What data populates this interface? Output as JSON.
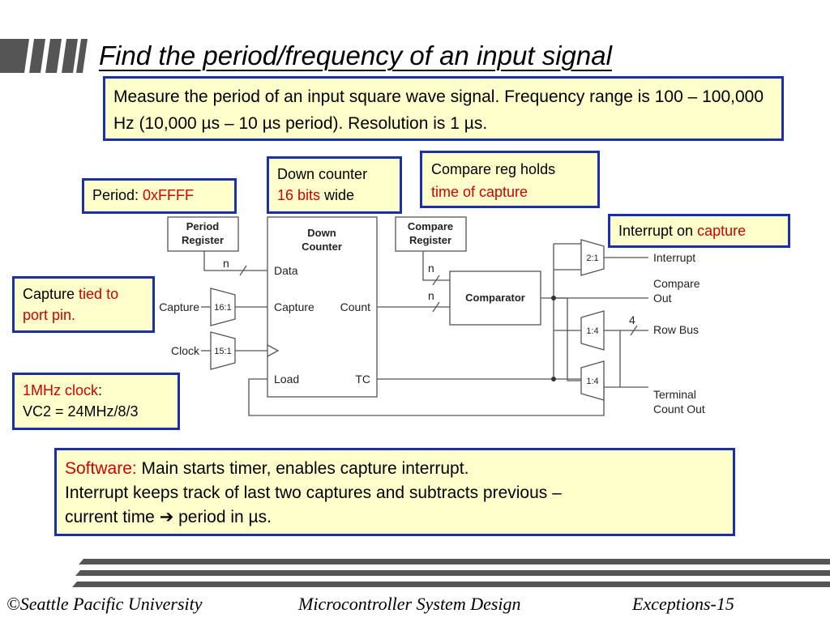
{
  "title": "Find the period/frequency of an input signal",
  "intro": "Measure the period of an input square wave signal. Frequency range is 100 – 100,000 Hz (10,000 µs – 10 µs period). Resolution is 1 µs.",
  "notes": {
    "period": {
      "label": "Period: ",
      "value": "0xFFFF"
    },
    "down_counter": {
      "line1": "Down counter",
      "bits": "16 bits",
      "rest": " wide"
    },
    "compare": {
      "line1": "Compare reg holds",
      "line2": "time of capture"
    },
    "interrupt": {
      "label": "Interrupt on ",
      "value": "capture"
    },
    "capture": {
      "label": "Capture ",
      "value": "tied to port pin."
    },
    "clock": {
      "value": "1MHz clock",
      "colon": ":",
      "line2": "VC2 = 24MHz/8/3"
    },
    "software": {
      "label": "Software:",
      "line1": " Main starts timer, enables capture interrupt.",
      "line2": "Interrupt keeps track of last two captures and subtracts previous –",
      "line3": "current time ➔ period in µs."
    }
  },
  "diagram": {
    "period_register": [
      "Period",
      "Register"
    ],
    "compare_register": [
      "Compare",
      "Register"
    ],
    "down_counter": [
      "Down",
      "Counter"
    ],
    "ports": {
      "data": "Data",
      "capture": "Capture",
      "load": "Load",
      "count": "Count",
      "tc": "TC"
    },
    "bus_n": "n",
    "bus_4": "4",
    "comparator": "Comparator",
    "mux": {
      "capture": "16:1",
      "clock": "15:1",
      "interrupt": "2:1",
      "rowbus": "1:4",
      "terminal": "1:4"
    },
    "inputs": {
      "capture": "Capture",
      "clock": "Clock"
    },
    "outputs": {
      "interrupt": "Interrupt",
      "compare_out": [
        "Compare",
        "Out"
      ],
      "row_bus": "Row Bus",
      "terminal": [
        "Terminal",
        "Count Out"
      ]
    }
  },
  "footer": {
    "left": "©Seattle Pacific University",
    "center": "Microcontroller System Design",
    "right": "Exceptions-15"
  }
}
